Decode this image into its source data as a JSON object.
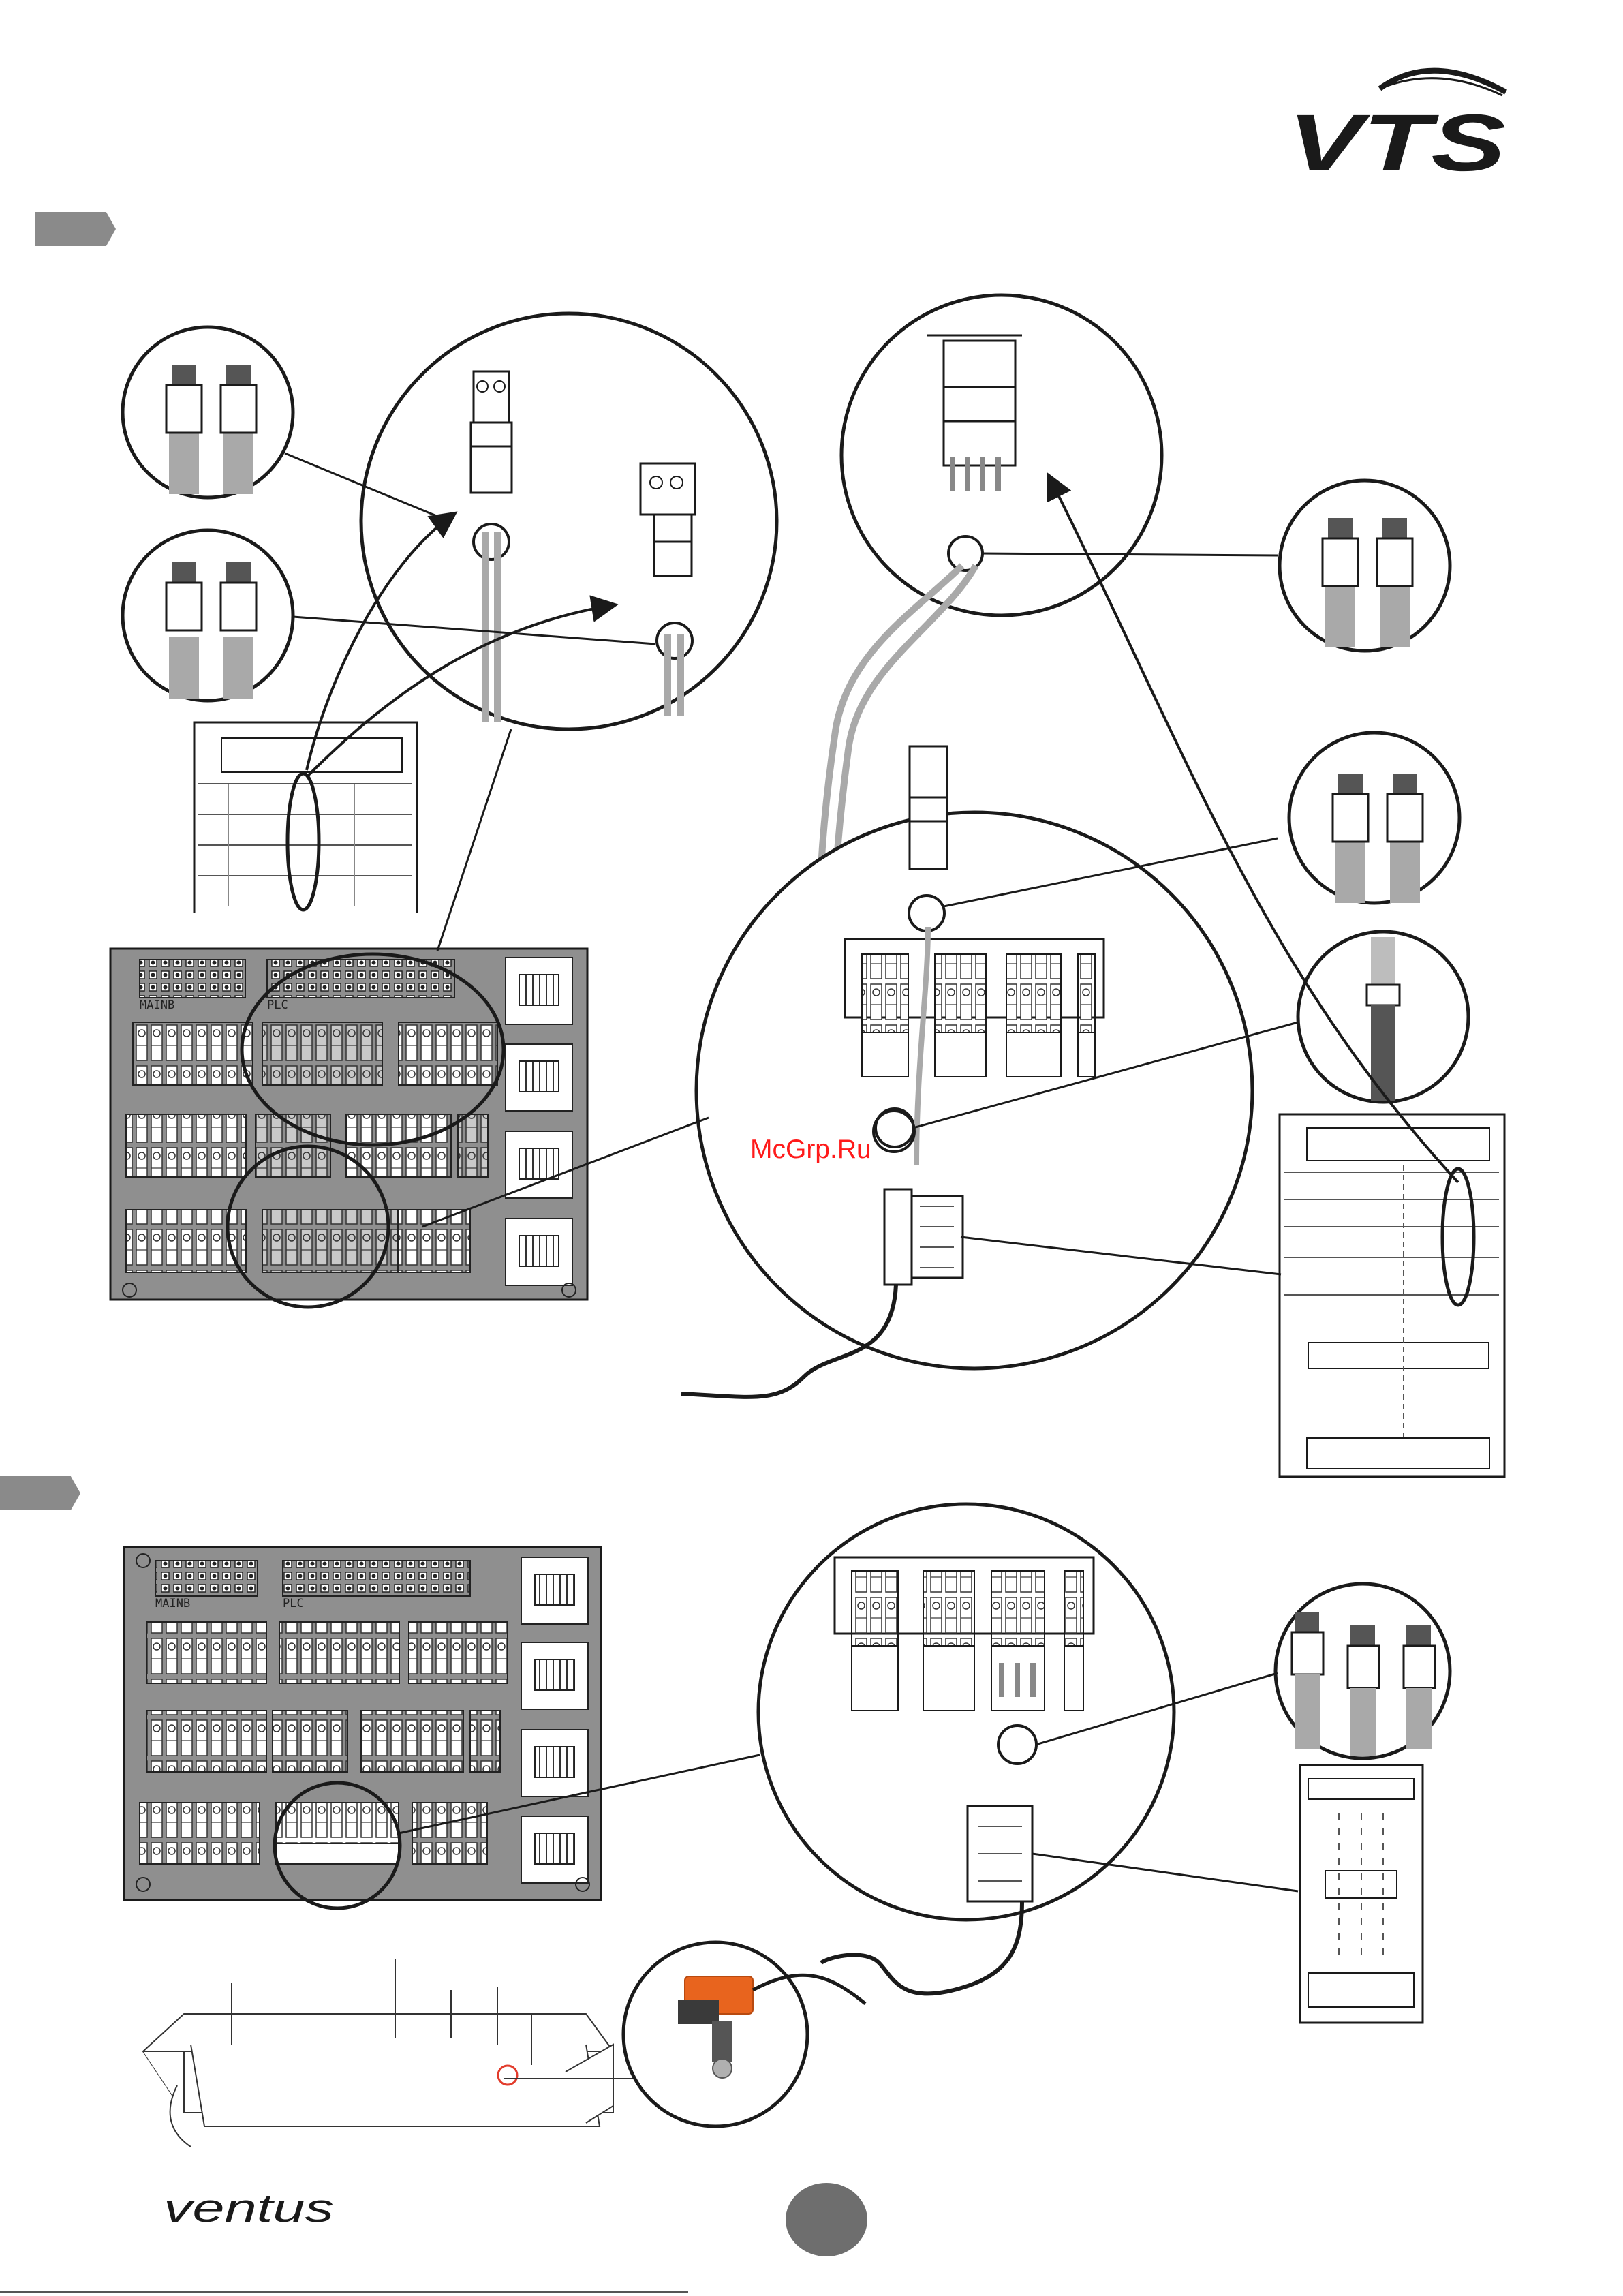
{
  "header": {
    "logo_text": "VTS"
  },
  "footer": {
    "brand_text": "ventus",
    "page_number": ""
  },
  "watermark": {
    "text": "McGrp.Ru"
  },
  "board_labels": {
    "main": "MAINB",
    "plc": "PLC"
  },
  "steps": [
    {
      "label": ""
    },
    {
      "label": ""
    }
  ],
  "colors": {
    "outline": "#1a1a1a",
    "board": "#8f8f8f",
    "cable": "#a9a9a9",
    "actuator": "#e8641e",
    "watermark": "#ff1a1a"
  }
}
